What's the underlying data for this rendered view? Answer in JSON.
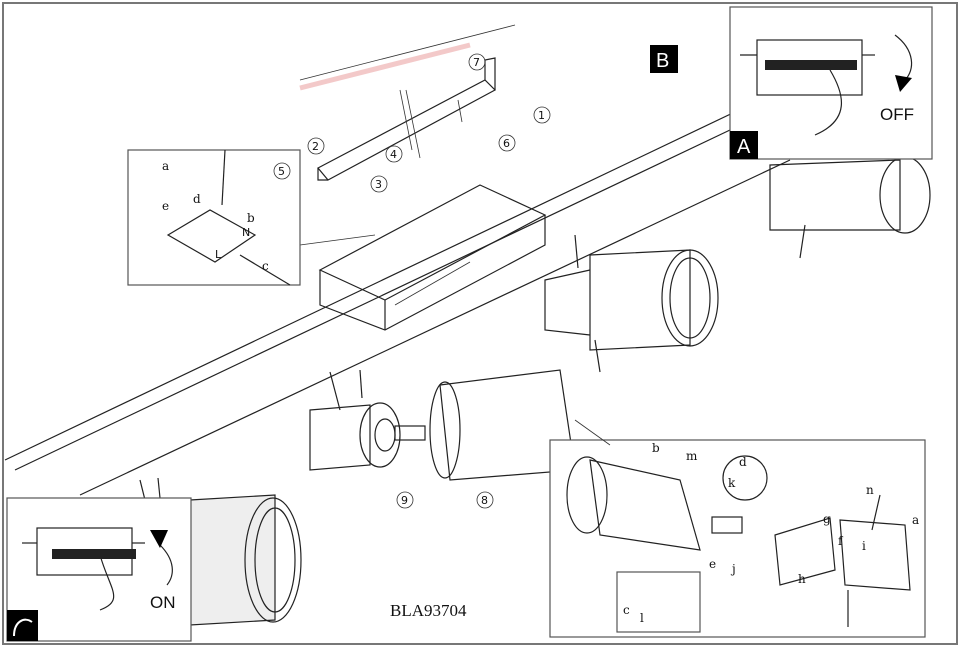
{
  "model_code": "BLA93704",
  "panels": {
    "A": {
      "badge": "A",
      "switch_label": "OFF"
    },
    "B": {
      "badge": "B"
    },
    "C": {
      "switch_label": "ON"
    }
  },
  "steps": [
    "1",
    "2",
    "3",
    "4",
    "5",
    "6",
    "7",
    "8",
    "9"
  ],
  "wiring_inset": {
    "labels": [
      "a",
      "b",
      "c",
      "d",
      "e"
    ],
    "terminals": [
      "N",
      "L"
    ]
  },
  "detail_inset": {
    "labels": [
      "b",
      "m",
      "d",
      "k",
      "n",
      "g",
      "a",
      "f",
      "i",
      "e",
      "j",
      "h",
      "c",
      "l"
    ]
  },
  "colors": {
    "line": "#222222",
    "badge": "#000000",
    "frame": "#555555"
  }
}
